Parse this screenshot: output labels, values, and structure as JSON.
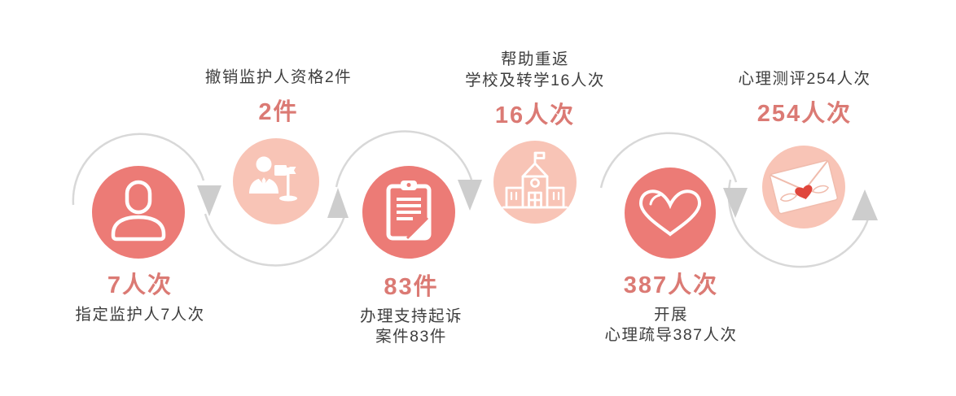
{
  "palette": {
    "circle_dark": "#EC7B76",
    "circle_light": "#F8C4B6",
    "value_text": "#DB7A74",
    "desc_text": "#3E3E3E",
    "arc": "#D8D8D8",
    "arrow": "#CDCDCD",
    "icon_white": "#FFFFFF",
    "heart_red": "#E0463C",
    "envelope_line": "#F0BCAD"
  },
  "steps": [
    {
      "id": 1,
      "icon": "user-icon",
      "value": "7人次",
      "label_lines": [
        "指定监护人7人次"
      ],
      "position": "bottom"
    },
    {
      "id": 2,
      "icon": "person-flag-icon",
      "value": "2件",
      "label_lines": [
        "撤销监护人资格2件"
      ],
      "position": "top"
    },
    {
      "id": 3,
      "icon": "clipboard-icon",
      "value": "83件",
      "label_lines": [
        "办理支持起诉",
        "案件83件"
      ],
      "position": "bottom"
    },
    {
      "id": 4,
      "icon": "school-icon",
      "value": "16人次",
      "label_lines": [
        "帮助重返",
        "学校及转学16人次"
      ],
      "position": "top"
    },
    {
      "id": 5,
      "icon": "heart-icon",
      "value": "387人次",
      "label_lines": [
        "开展",
        "心理疏导387人次"
      ],
      "position": "bottom"
    },
    {
      "id": 6,
      "icon": "envelope-icon",
      "value": "254人次",
      "label_lines": [
        "心理测评254人次"
      ],
      "position": "top"
    }
  ]
}
